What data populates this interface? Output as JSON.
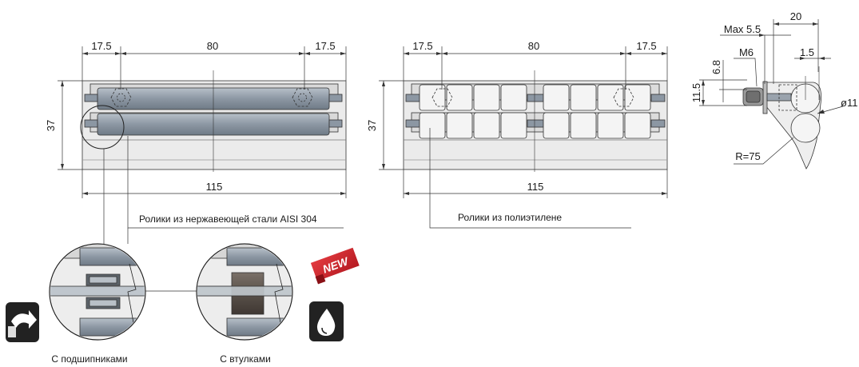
{
  "left_view": {
    "dim_top_left": "17.5",
    "dim_top_mid": "80",
    "dim_top_right": "17.5",
    "dim_height": "37",
    "dim_width": "115",
    "callout": "Ролики из нержавеющей стали AISI 304"
  },
  "middle_view": {
    "dim_top_left": "17.5",
    "dim_top_mid": "80",
    "dim_top_right": "17.5",
    "dim_height": "37",
    "dim_width": "115",
    "callout": "Ролики из полиэтилене"
  },
  "side_view": {
    "dim_20": "20",
    "dim_max": "Max 5.5",
    "dim_thread": "M6",
    "dim_6_8": "6.8",
    "dim_1_5": "1.5",
    "dim_11_5": "11.5",
    "dim_diameter": "ø11",
    "dim_radius": "R=75"
  },
  "details": {
    "bearings_caption": "С подшипниками",
    "bushings_caption": "С втулками",
    "new_badge": "NEW"
  },
  "icons": [
    "roller-arrow-icon",
    "water-drop-icon",
    "new-badge-icon"
  ],
  "colors": {
    "roller_steel": "#8c97a3",
    "roller_pe": "#f2f2f2",
    "frame": "#ebebeb",
    "new_badge": "#d0202a",
    "icon_dark": "#222222"
  }
}
